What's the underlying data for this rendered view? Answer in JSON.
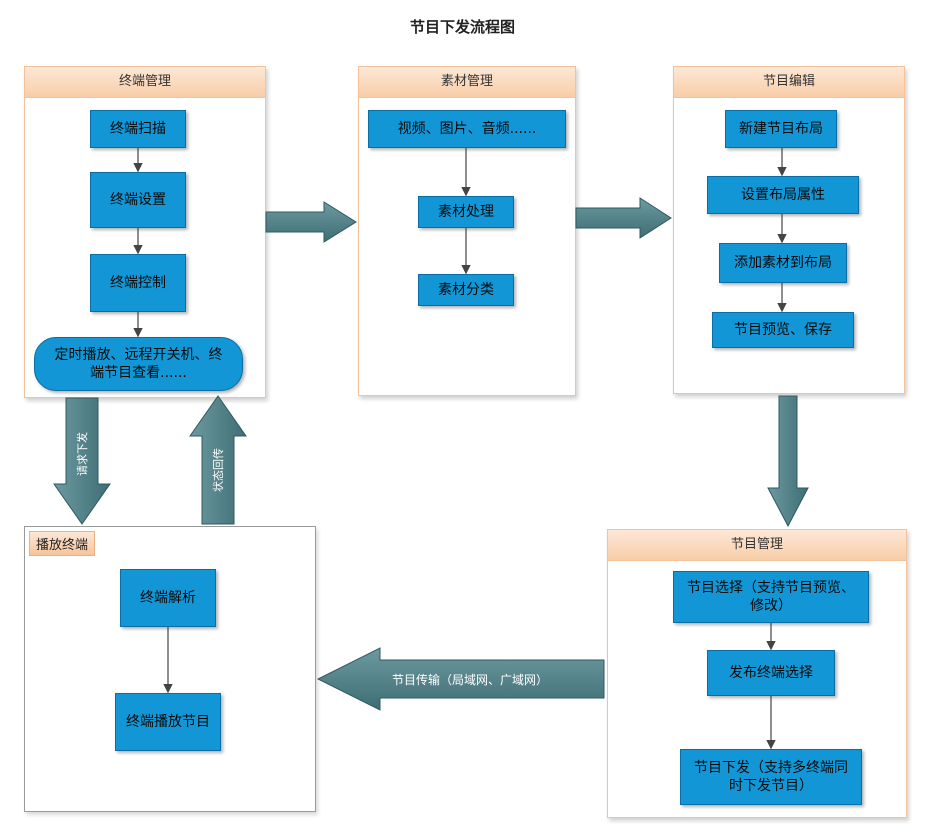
{
  "title": "节目下发流程图",
  "colors": {
    "box_fill": "#1296d6",
    "panel_border": "#f2c39b",
    "big_arrow": "#4f7f86"
  },
  "panels": {
    "terminal_mgmt": {
      "header": "终端管理",
      "steps": [
        "终端扫描",
        "终端设置",
        "终端控制",
        "定时播放、远程开关机、终端节目查看......"
      ]
    },
    "material_mgmt": {
      "header": "素材管理",
      "steps": [
        "视频、图片、音频......",
        "素材处理",
        "素材分类"
      ]
    },
    "program_edit": {
      "header": "节目编辑",
      "steps": [
        "新建节目布局",
        "设置布局属性",
        "添加素材到布局",
        "节目预览、保存"
      ]
    },
    "program_mgmt": {
      "header": "节目管理",
      "steps": [
        "节目选择（支持节目预览、修改）",
        "发布终端选择",
        "节目下发（支持多终端同时下发节目）"
      ]
    },
    "player_terminal": {
      "header": "播放终端",
      "steps": [
        "终端解析",
        "终端播放节目"
      ]
    }
  },
  "big_arrows": {
    "request_download": "请求下发",
    "status_return": "状态回传",
    "program_transfer": "节目传输（局域网、广域网）"
  }
}
